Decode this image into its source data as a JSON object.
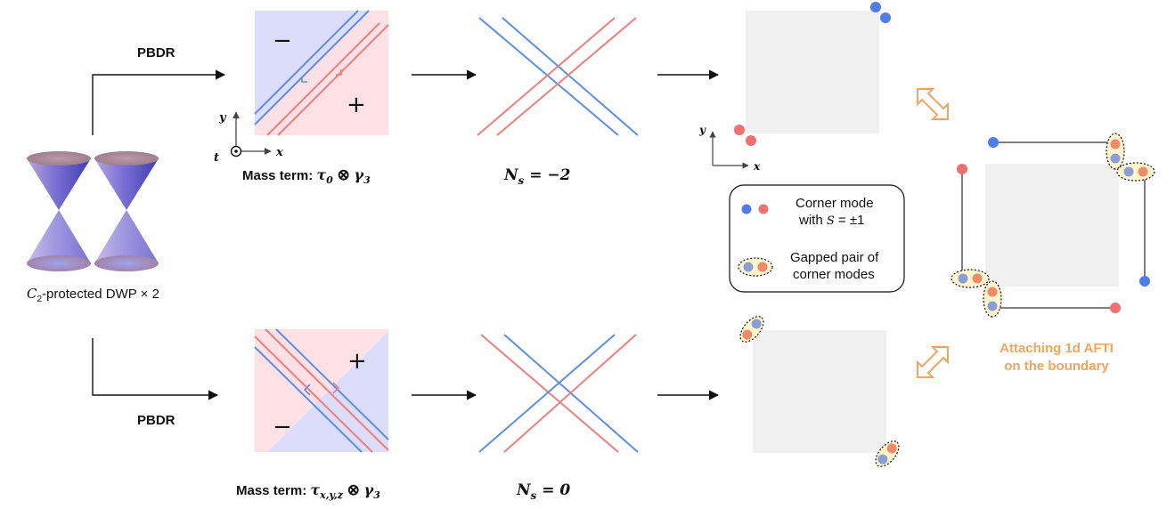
{
  "labels": {
    "pbdr_top": "PBDR",
    "pbdr_bottom": "PBDR",
    "source_prefix": "C",
    "source_sub": "2",
    "source_suffix": "-protected DWP × 2",
    "mass_prefix": "Mass term: ",
    "mass_top_tau": "τ",
    "mass_top_sub": "0",
    "mass_bottom_tau": "τ",
    "mass_bottom_sub": "x,y,z",
    "mass_otimes": " ⊗ ",
    "mass_gamma": "γ",
    "mass_gamma_sub": "3",
    "ns_top_N": "N",
    "ns_top_sub": "s",
    "ns_top_val": " = −2",
    "ns_bottom_N": "N",
    "ns_bottom_sub": "s",
    "ns_bottom_val": " = 0",
    "minus": "−",
    "plus": "+",
    "axis_x": "x",
    "axis_y": "y",
    "axis_t": "t",
    "legend_corner_line1": "Corner mode",
    "legend_corner_line2_prefix": "with ",
    "legend_corner_S": "S",
    "legend_corner_line2_suffix": " = ±1",
    "legend_gapped_line1": "Gapped pair of",
    "legend_gapped_line2": "corner modes",
    "afti_line1": "Attaching 1d AFTI",
    "afti_line2": "on the boundary"
  },
  "colors": {
    "blue_line": "#5b8fe6",
    "red_line": "#ef7f7f",
    "blue_region": "#dcdcfb",
    "red_region": "#fde1e4",
    "blue_dot": "#4f7ce8",
    "red_dot": "#f07070",
    "gap_blue": "#8a9fd6",
    "gap_red": "#f18a66",
    "gray_square": "#f0f0f0",
    "orange": "#f4a460",
    "boundary": "#808080"
  },
  "icons": [
    "dirac-cone-icon",
    "double-arrow-icon",
    "out-of-plane-t-icon"
  ]
}
